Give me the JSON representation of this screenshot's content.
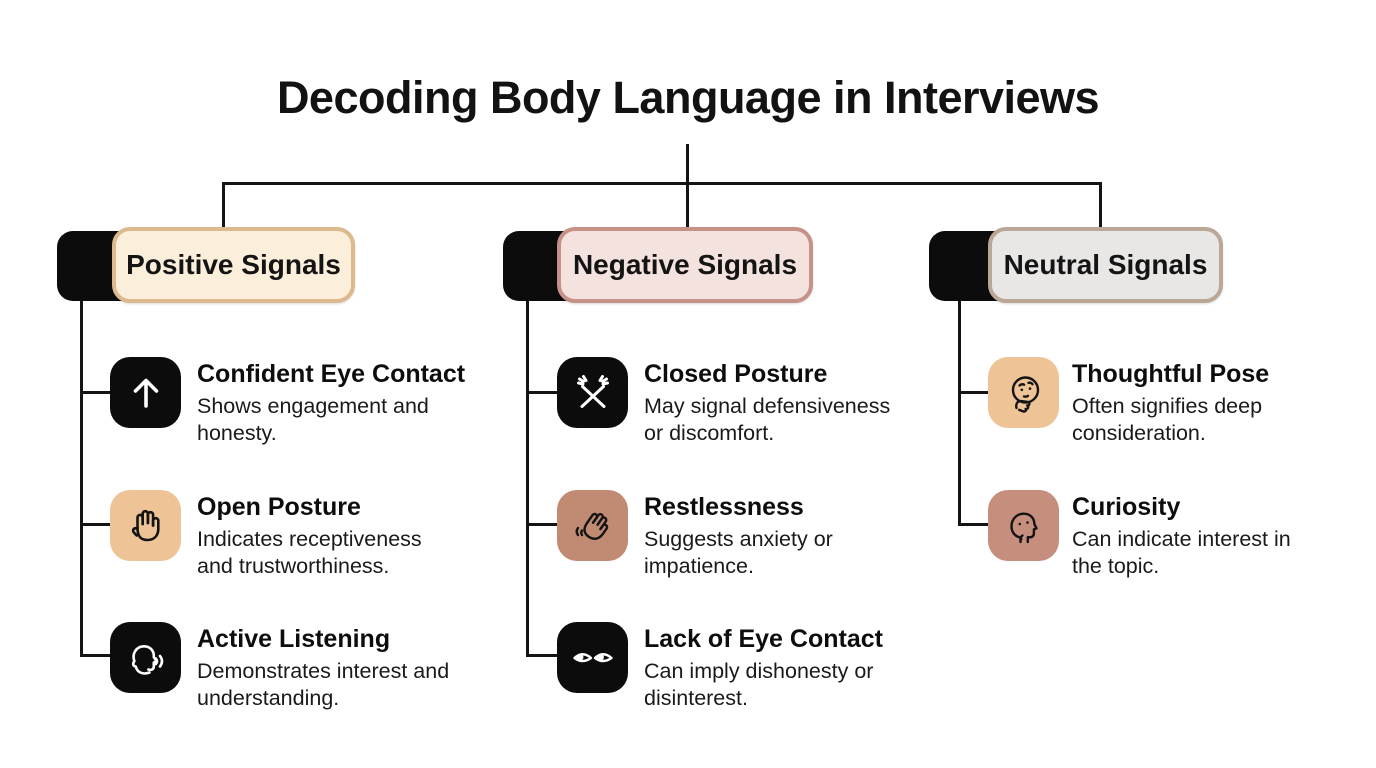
{
  "title": "Decoding Body Language in Interviews",
  "palette": {
    "connector_line": "#141414",
    "tile_black": "#0c0c0c",
    "tile_tan": "#eec496",
    "tile_mauve": "#c18a73",
    "tile_rosy": "#c68f7d",
    "positive_fill": "#fbeeda",
    "positive_border": "#dcba8e",
    "negative_fill": "#f4e2de",
    "negative_border": "#c69288",
    "neutral_fill": "#e8e7e5",
    "neutral_border": "#bba795"
  },
  "categories": [
    {
      "label": "Positive Signals",
      "items": [
        {
          "icon": "arrow-up-icon",
          "title": "Confident Eye Contact",
          "desc_lines": [
            "Shows engagement and",
            "honesty."
          ]
        },
        {
          "icon": "open-hand-icon",
          "title": "Open Posture",
          "desc_lines": [
            "Indicates receptiveness",
            "and trustworthiness."
          ]
        },
        {
          "icon": "listening-head-icon",
          "title": "Active Listening",
          "desc_lines": [
            "Demonstrates interest and",
            "understanding."
          ]
        }
      ]
    },
    {
      "label": "Negative Signals",
      "items": [
        {
          "icon": "crossed-arms-icon",
          "title": "Closed Posture",
          "desc_lines": [
            "May signal defensiveness",
            "or discomfort."
          ]
        },
        {
          "icon": "tapping-hand-icon",
          "title": "Restlessness",
          "desc_lines": [
            "Suggests anxiety or",
            "impatience."
          ]
        },
        {
          "icon": "shifty-eyes-icon",
          "title": "Lack of Eye Contact",
          "desc_lines": [
            "Can imply dishonesty or",
            "disinterest."
          ]
        }
      ]
    },
    {
      "label": "Neutral Signals",
      "items": [
        {
          "icon": "thinking-face-icon",
          "title": "Thoughtful Pose",
          "desc_lines": [
            "Often signifies deep",
            "consideration."
          ]
        },
        {
          "icon": "curious-head-icon",
          "title": "Curiosity",
          "desc_lines": [
            "Can indicate interest in",
            "the topic."
          ]
        }
      ]
    }
  ]
}
